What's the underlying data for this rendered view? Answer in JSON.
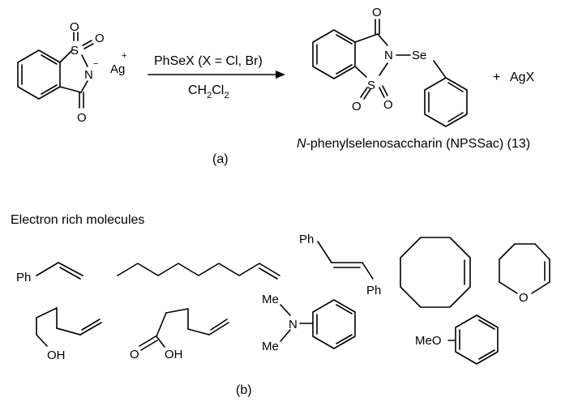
{
  "scheme_a": {
    "reactant": {
      "atom_S": "S",
      "atom_O_top": "O",
      "atom_O_right": "O",
      "atom_N": "N",
      "charge_minus": "−",
      "atom_O_carbonyl": "O",
      "counterion": "Ag",
      "counterion_charge": "+"
    },
    "reagent_above": "PhSeX (X = Cl, Br)",
    "solvent_base": "CH",
    "solvent_sub1": "2",
    "solvent_mid": "Cl",
    "solvent_sub2": "2",
    "product": {
      "atom_O_carbonyl": "O",
      "atom_N": "N",
      "atom_Se": "Se",
      "atom_S": "S",
      "atom_O_left": "O",
      "atom_O_right": "O"
    },
    "plus": "+",
    "byproduct": "AgX",
    "product_name_italic": "N",
    "product_name_rest": "-phenylselenosaccharin (NPSSac) (13)",
    "panel_label": "(a)"
  },
  "scheme_b": {
    "heading": "Electron rich molecules",
    "styrene_Ph": "Ph",
    "stilbene_Ph_top": "Ph",
    "stilbene_Ph_bottom": "Ph",
    "dihydropyran_O": "O",
    "butenol_OH": "OH",
    "acid_O": "O",
    "acid_OH": "OH",
    "dma_N": "N",
    "dma_Me_top": "Me",
    "dma_Me_bottom": "Me",
    "anisole_MeO": "MeO",
    "panel_label": "(b)"
  }
}
